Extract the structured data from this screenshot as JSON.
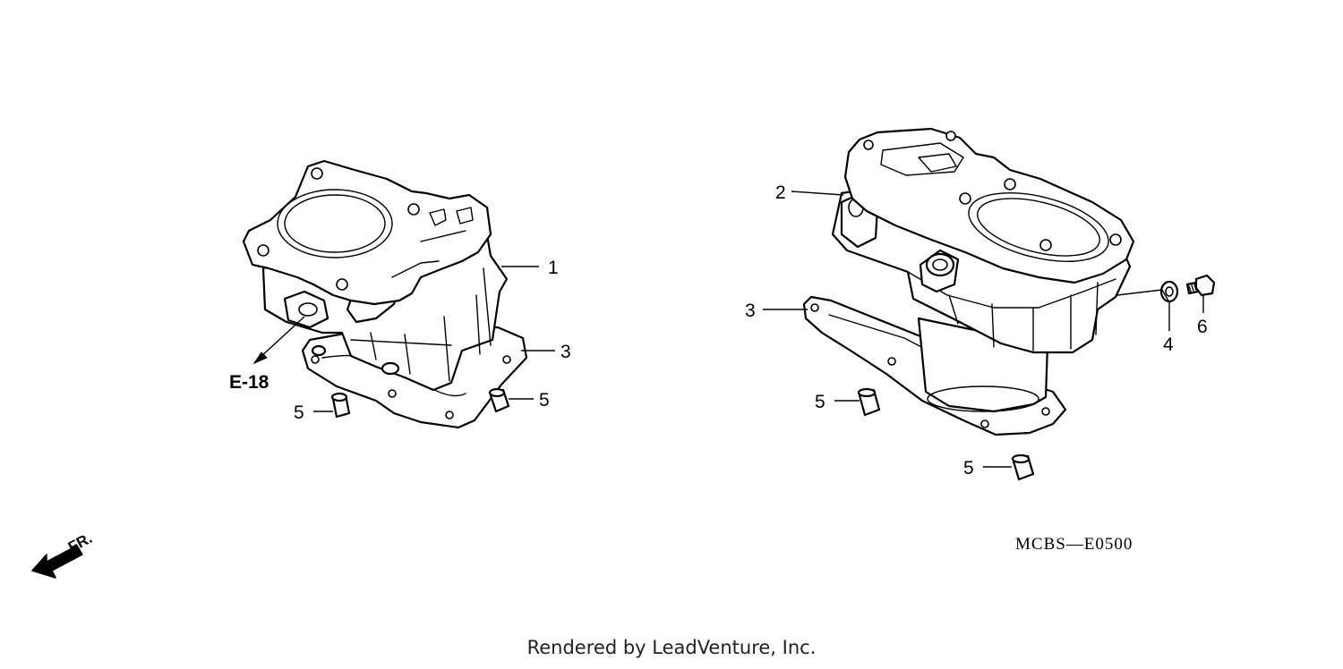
{
  "callouts": {
    "left_cylinder": "1",
    "right_cylinder": "2",
    "left_gasket": "3",
    "right_gasket": "3",
    "washer": "4",
    "left_dowel_a": "5",
    "left_dowel_b": "5",
    "right_dowel_a": "5",
    "right_dowel_b": "5",
    "bolt": "6"
  },
  "ref_label": "E-18",
  "direction_label": "FR.",
  "diagram_code": "MCBS—E0500",
  "footer": "Rendered by LeadVenture, Inc.",
  "colors": {
    "line": "#000000",
    "background": "#ffffff"
  }
}
